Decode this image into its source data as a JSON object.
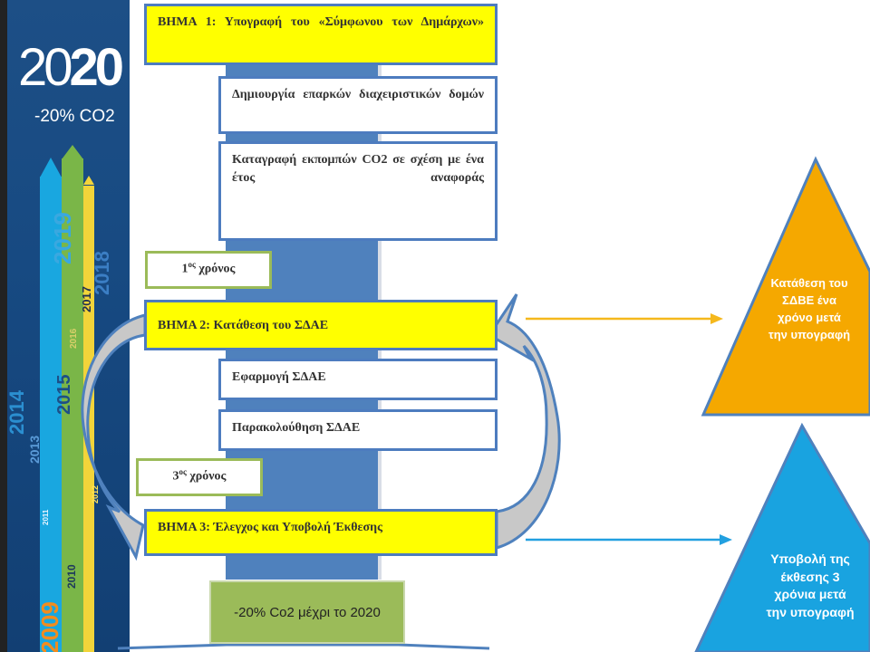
{
  "banner": {
    "year_big": "2020",
    "co2_label": "-20% CO2",
    "years": [
      "2019",
      "2018",
      "2017",
      "2016",
      "2015",
      "2014",
      "2013",
      "2012",
      "2011",
      "2010",
      "2009"
    ]
  },
  "steps": {
    "step1": "ΒΗΜΑ 1: Υπογραφή του «Σύμφωνου των Δημάρχων»",
    "sub1": "Δημιουργία επαρκών διαχειριστικών δομών",
    "sub2": "Καταγραφή εκπομπών CO2 σε σχέση με ένα έτος αναφοράς",
    "year1_num": "1",
    "year1_sup": "ος",
    "year1_word": "χρόνος",
    "step2": "ΒΗΜΑ 2: Κατάθεση του ΣΔΑΕ",
    "sub3": "Εφαρμογή ΣΔΑΕ",
    "sub4": "Παρακολούθηση ΣΔΑΕ",
    "year3_num": "3",
    "year3_sup": "ος",
    "year3_word": "χρόνος",
    "step3": "ΒΗΜΑ 3: Έλεγχος και Υποβολή Έκθεσης",
    "goal": "-20% Co2 μέχρι το 2020"
  },
  "triangles": {
    "orange_lines": [
      "Κατάθεση του",
      "ΣΔΒΕ ένα",
      "χρόνο μετά",
      "την υπογραφή"
    ],
    "blue_lines": [
      "Υποβολή της",
      "έκθεσης 3",
      "χρόνια μετά",
      "την υπογραφή"
    ]
  },
  "colors": {
    "yellow": "#ffff00",
    "box_border": "#4d7cbf",
    "spine": "#4f81bd",
    "green_box": "#9bbb59",
    "orange": "#f5a800",
    "light_blue": "#22a0e0"
  }
}
